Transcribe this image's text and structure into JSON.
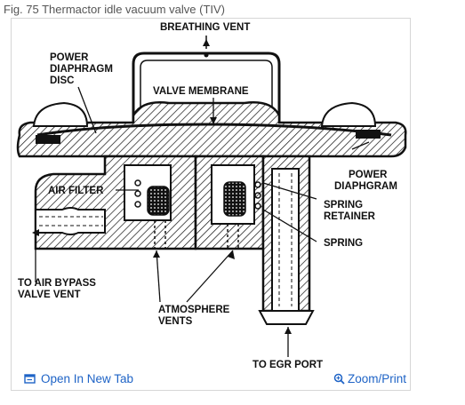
{
  "caption": "Fig. 75 Thermactor idle vacuum valve (TIV)",
  "labels": {
    "breathing_vent": "BREATHING VENT",
    "power_diaphragm_disc": [
      "POWER",
      "DIAPHRAGM",
      "DISC"
    ],
    "valve_membrane": "VALVE MEMBRANE",
    "air_filter": "AIR FILTER",
    "power_diaphgram": [
      "POWER",
      "DIAPHGRAM"
    ],
    "spring_retainer": [
      "SPRING",
      "RETAINER"
    ],
    "spring": "SPRING",
    "to_air_bypass": [
      "TO AIR BYPASS",
      "VALVE VENT"
    ],
    "atmosphere_vents": [
      "ATMOSPHERE",
      "VENTS"
    ],
    "to_egr_port": "TO EGR PORT"
  },
  "toolbar": {
    "open_tab_label": "Open In New Tab",
    "zoom_label": "Zoom/Print"
  },
  "icons": {
    "open_tab": "open-in-new-tab-icon",
    "zoom": "zoom-icon"
  },
  "colors": {
    "link": "#1e63c6",
    "caption": "#555555"
  }
}
